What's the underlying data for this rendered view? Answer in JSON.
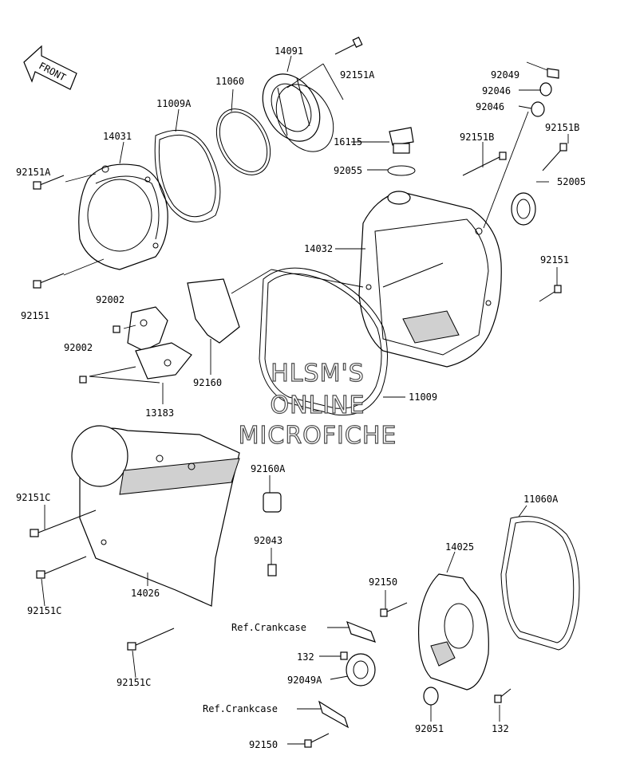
{
  "front_arrow": "FRONT",
  "watermark": [
    "HLSM'S",
    "ONLINE",
    "MICROFICHE"
  ],
  "labels": {
    "p14091": "14091",
    "p92151A_top": "92151A",
    "p11060": "11060",
    "p11009A": "11009A",
    "p14031": "14031",
    "p92151A_left": "92151A",
    "p92151_left": "92151",
    "p92049": "92049",
    "p92046_a": "92046",
    "p92046_b": "92046",
    "p16115": "16115",
    "p92151B_a": "92151B",
    "p92151B_b": "92151B",
    "p92055": "92055",
    "p52005": "52005",
    "p14032": "14032",
    "p92151_right": "92151",
    "p92002_a": "92002",
    "p92002_b": "92002",
    "p92160": "92160",
    "p13183": "13183",
    "p11009": "11009",
    "p92160A": "92160A",
    "p92151C_a": "92151C",
    "p11060A": "11060A",
    "p92043": "92043",
    "p14025": "14025",
    "p92151C_b": "92151C",
    "p14026": "14026",
    "p92150_a": "92150",
    "ref_crankcase_a": "Ref.Crankcase",
    "p132_a": "132",
    "p92049A": "92049A",
    "p92151C_c": "92151C",
    "ref_crankcase_b": "Ref.Crankcase",
    "p92051": "92051",
    "p132_b": "132",
    "p92150_b": "92150"
  }
}
